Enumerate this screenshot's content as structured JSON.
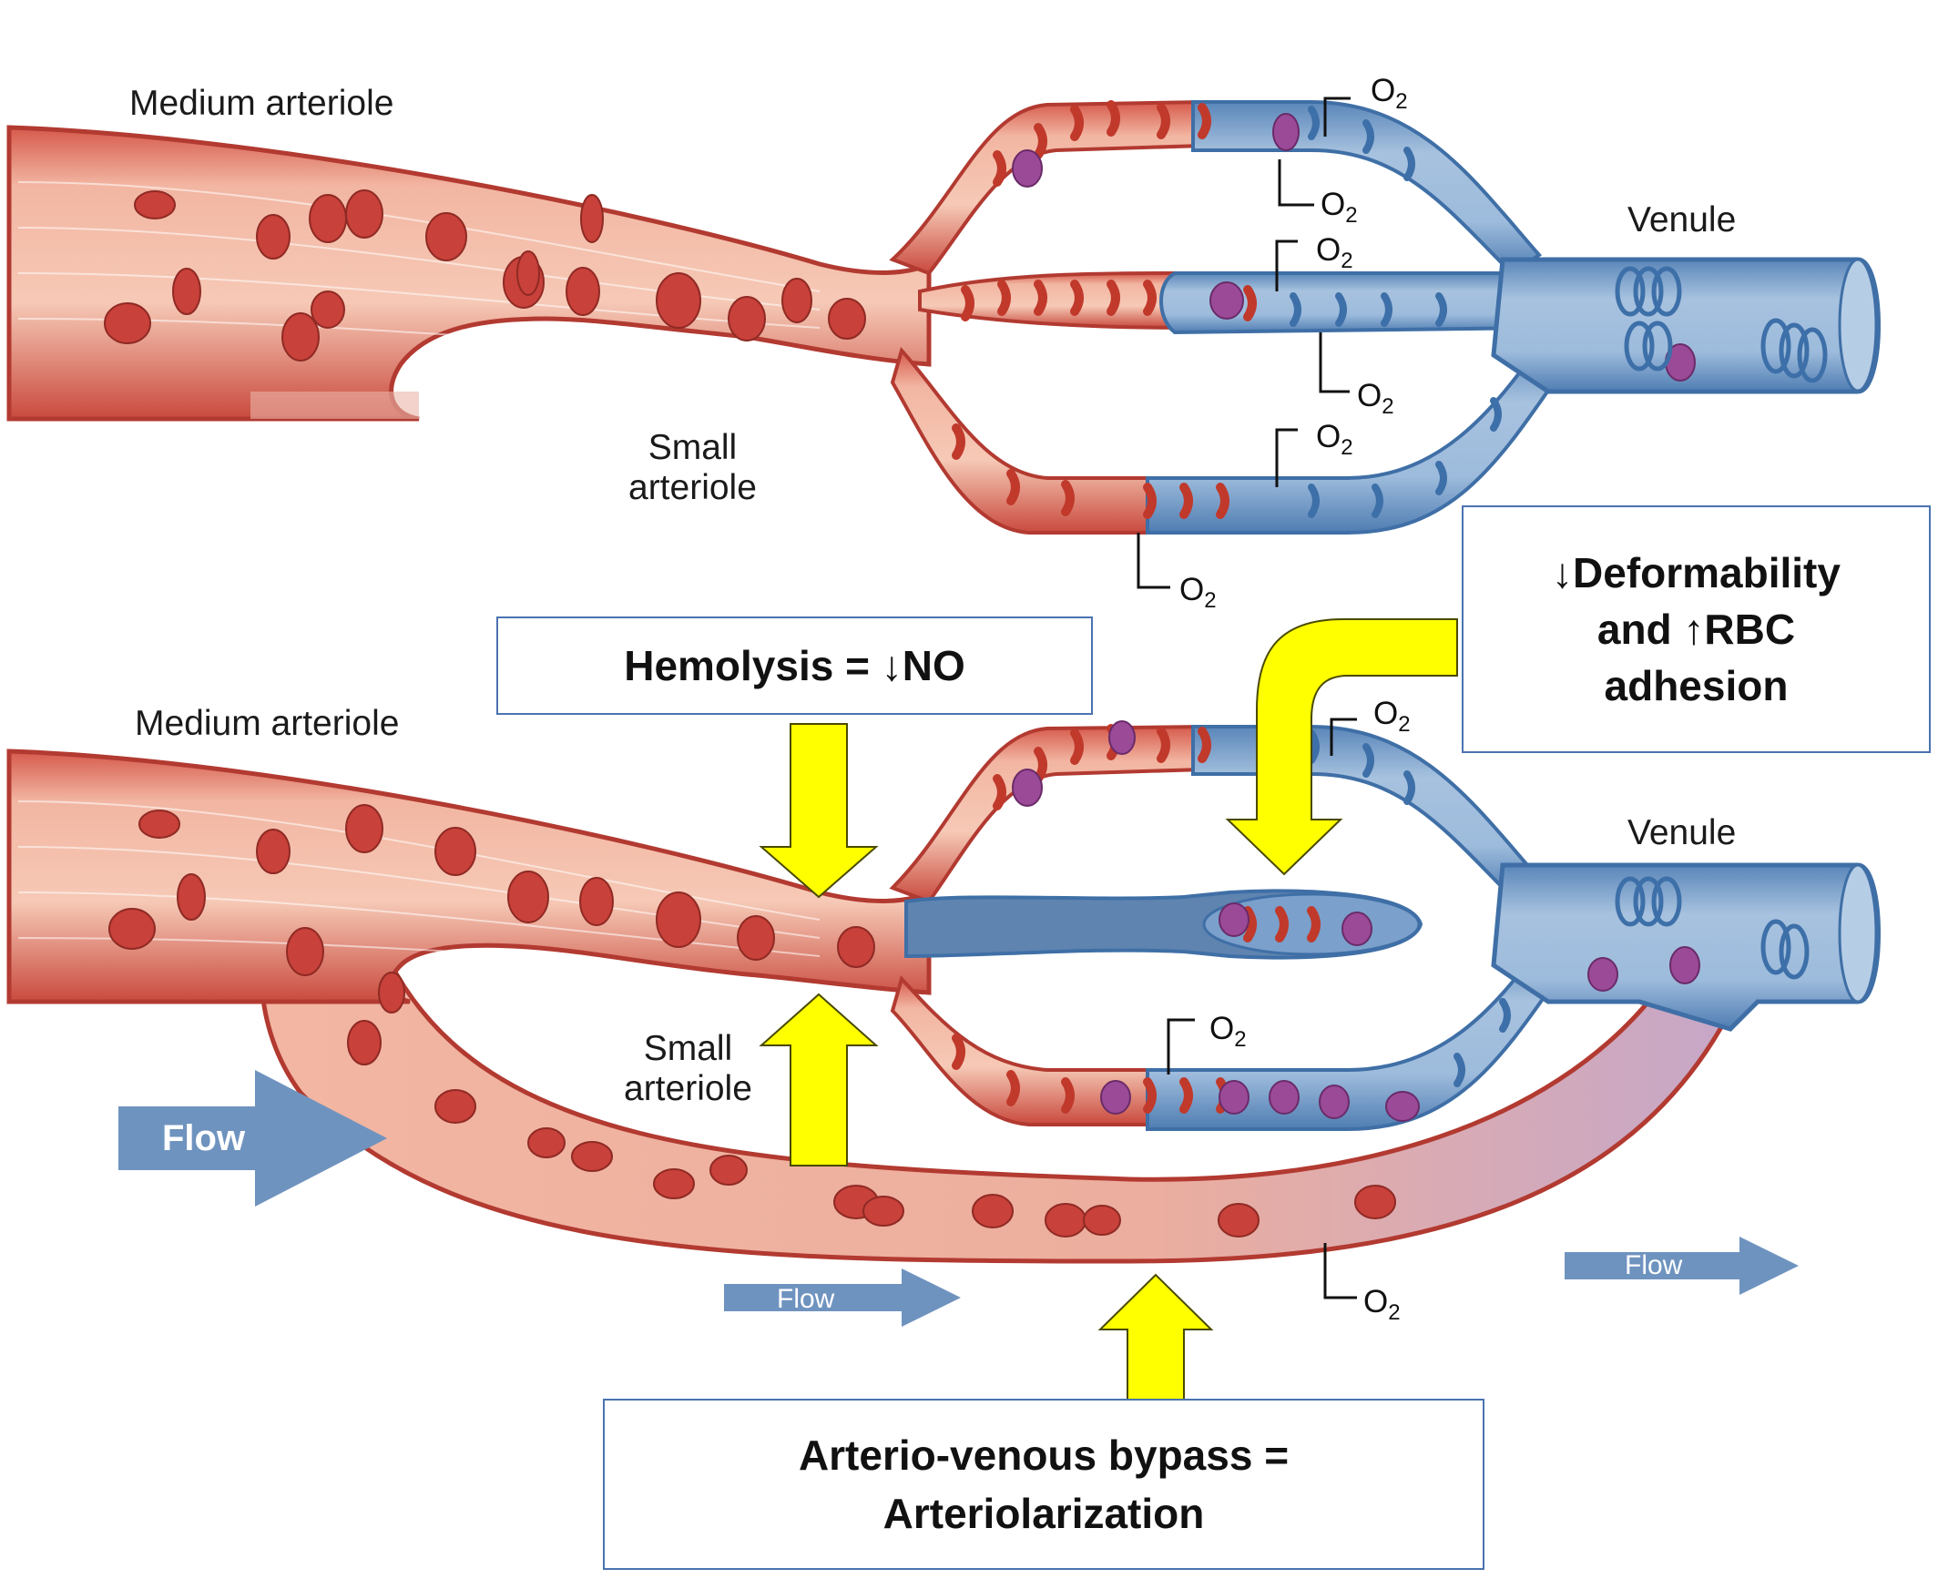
{
  "top_panel": {
    "medium_arteriole_label": "Medium arteriole",
    "small_arteriole_label": "Small\narteriole",
    "venule_label": "Venule",
    "o2_label": "O",
    "o2_subscript": "2"
  },
  "bottom_panel": {
    "medium_arteriole_label": "Medium arteriole",
    "small_arteriole_label": "Small\narteriole",
    "venule_label": "Venule",
    "flow_label_large": "Flow",
    "flow_label_left": "Flow",
    "flow_label_right": "Flow"
  },
  "callouts": {
    "hemolysis": "Hemolysis = ↓NO",
    "deformability": "↓Deformability\nand ↑RBC\nadhesion",
    "bypass": "Arterio-venous bypass =\nArteriolarization"
  },
  "colors": {
    "artery": "#c8463f",
    "artery_light": "#f0b9a6",
    "vein": "#5b86b8",
    "vein_light": "#a9c3e0",
    "rbc": "#c0392b",
    "sickle": "#8e3a8a",
    "yellow_arrow": "#ffff00",
    "flow_arrow": "#6f93bf",
    "box_border": "#4a73b0"
  },
  "icons": [
    "rbc-icon",
    "sickle-cell-icon",
    "o2-release-arrow-icon",
    "flow-arrow-icon",
    "yellow-arrow-icon"
  ]
}
